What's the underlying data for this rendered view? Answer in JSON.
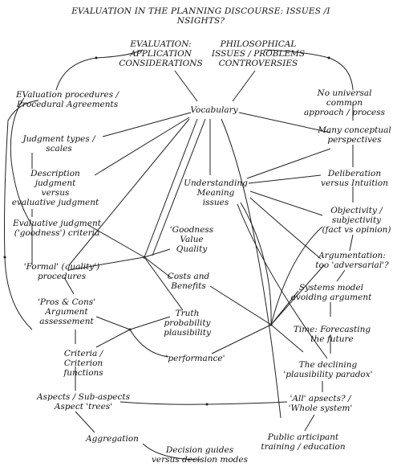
{
  "title": "EVALUATION IN THE PLANNING DISCOURSE: ISSUES  /I NSIGHTS?",
  "headers": {
    "application": "EVALUATION:\nAPPLICATION\nCONSIDERATIONS",
    "philosophical": "PHILOSOPHICAL\nISSUES / PROBLEMS\nCONTROVERSIES"
  },
  "center": {
    "vocabulary": "Vocabulary",
    "understanding": "Understanding\nMeaning issues",
    "goodness": "'Goodness\nValue\nQuality",
    "costs": "Costs and\nBenefits",
    "truth": "Truth\nprobability\nplausibility",
    "performance": "'performance'"
  },
  "left": {
    "procedures": "EValuation procedures /\nProcedural Agreements",
    "judgment_types": "Judgment types  / scales",
    "description": "Description judgment\nversus\nevaluative judgment",
    "criteria": "Evaluative judgment\n('goodness') criteria",
    "formal": "'Formal' (quality')\nprocedures",
    "pros_cons": "'Pros & Cons'\nArgument\nassessement",
    "criterion_fn": "Criteria /\nCriterion functions",
    "aspects": "Aspects / Sub-aspects\nAspect 'trees'",
    "aggregation": "Aggregation",
    "decision_guides": "Decision guides\nversus decision modes"
  },
  "right": {
    "no_universal": "No universal common\napproach / process",
    "conceptual": "Many conceptual\nperspectives",
    "deliberation": "Deliberation\nversus Intuition",
    "objectivity": "Objectivity /\nsubjectivity\n(fact vs opinion)",
    "argumentation": "Argumentation:\ntoo 'adversarial'?",
    "systems": "Systems model\navoiding argument",
    "time": "Time: Forecasting\nthe future",
    "declining": "The declining\n'plausibility paradox'",
    "all_aspects": "'All' apsects? /\n'Whole system'",
    "public": "Public articipant\ntraining / education"
  }
}
